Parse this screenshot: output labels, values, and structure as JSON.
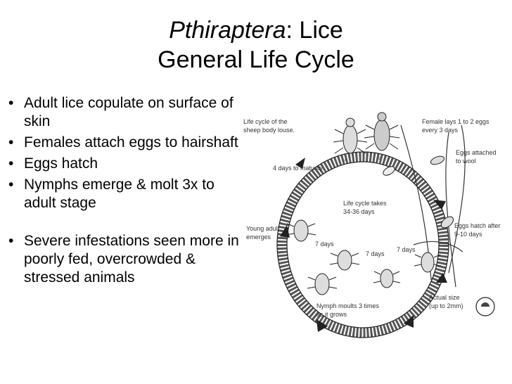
{
  "slide": {
    "title_italic": "Pthiraptera",
    "title_rest": ": Lice",
    "title_line2": "General Life Cycle"
  },
  "bullets": [
    "Adult lice copulate on surface of skin",
    "Females attach eggs to hairshaft",
    "Eggs hatch",
    "Nymphs emerge & molt 3x to adult stage",
    "Severe infestations seen more in poorly fed, overcrowded & stressed animals"
  ],
  "diagram": {
    "caption_line1": "Life cycle of the",
    "caption_line2": "sheep body louse.",
    "female_lays_line1": "Female lays 1 to 2 eggs",
    "female_lays_line2": "every 3 days",
    "eggs_attached_line1": "Eggs attached",
    "eggs_attached_line2": "to wool",
    "days_to_maturity": "4 days to maturity",
    "cycle_takes_line1": "Life cycle takes",
    "cycle_takes_line2": "34-36 days",
    "young_adult_line1": "Young adult",
    "young_adult_line2": "emerges",
    "eggs_hatch_line1": "Eggs hatch after",
    "eggs_hatch_line2": "9-10 days",
    "seven_days_1": "7 days",
    "seven_days_2": "7 days",
    "seven_days_3": "7 days",
    "nymph_moults_line1": "Nymph moults 3 times",
    "nymph_moults_line2": "as it grows",
    "actual_size_line1": "Actual size",
    "actual_size_line2": "(up to 2mm)",
    "male_symbol": "♂",
    "female_symbol": "♀"
  }
}
